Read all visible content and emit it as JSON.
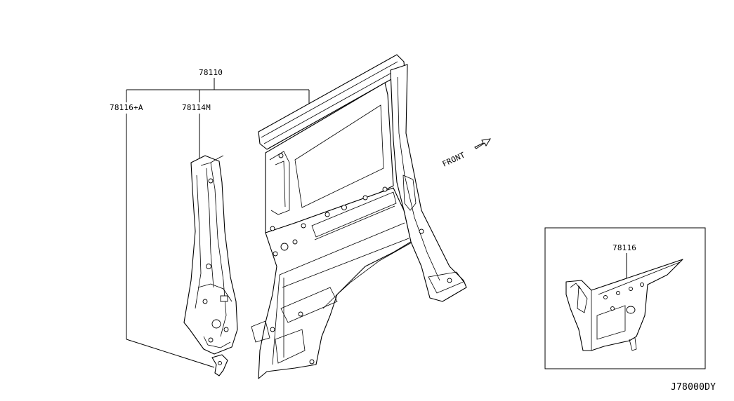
{
  "callouts": {
    "assembly": "78110",
    "left_inner_panel": "78116+A",
    "pillar_reinforcement": "78114M",
    "inset_part": "78116"
  },
  "front_label": "FRONT",
  "diagram_id": "J78000DY",
  "colors": {
    "line": "#000000",
    "background": "#ffffff"
  }
}
